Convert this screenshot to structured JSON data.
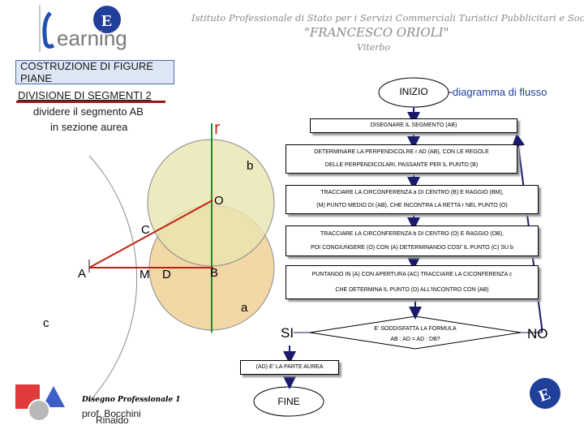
{
  "header": {
    "logo_text": "Learning",
    "institute_line1": "Istituto Professionale di Stato per i Servizi Commerciali Turistici Pubblicitari e Sociali",
    "institute_line2": "\"FRANCESCO ORIOLI\"",
    "institute_line3": "Viterbo"
  },
  "title_box": {
    "line1": "COSTRUZIONE DI FIGURE",
    "line2": "PIANE"
  },
  "subtitle": {
    "line1": "DIVISIONE DI SEGMENTI 2",
    "line2": "dividere il segmento AB",
    "line3": "in sezione aurea"
  },
  "geometry_labels": {
    "r": "r",
    "b": "b",
    "O": "O",
    "C": "C",
    "A": "A",
    "M": "M",
    "D": "D",
    "B": "B",
    "a": "a",
    "c": "c"
  },
  "flowchart": {
    "title": "diagramma di flusso",
    "start": "INIZIO",
    "step1": "DISEGNARE IL SEGMENTO (AB)",
    "step2_line1": "DETERMINARE LA PERPENDICOLRE r AD (AB), CON LE REGOLE",
    "step2_line2": "DELLE PERPENDICOLARI, PASSANTE PER IL PUNTO (B)",
    "step3_line1": "TRACCIARE LA CIRCONFERENZA a DI CENTRO (B) E RAGGIO (BM),",
    "step3_line2": "(M) PUNTO MEDIO DI (AB), CHE INCONTRA LA RETTA r NEL PUNTO (O)",
    "step4_line1": "TRACCIARE LA CIRCONFERENZA b DI CENTRO (O) E RAGGIO (OB),",
    "step4_line2": "POI CONGIUNGERE (O) CON (A) DETERMINANDO COSI' IL PUNTO (C) SU b",
    "step5_line1": "PUNTANDO IN (A) CON APERTURA (AC) TRACCIARE LA CICONFERENZA c",
    "step5_line2": "CHE DETERMINA IL PUNTO (D) ALL'INCONTRO CON (AB)",
    "decision_line1": "E' SODDISFATTA LA FORMULA",
    "decision_line2": "AB : AD = AD : DB?",
    "yes": "SI",
    "no": "NO",
    "result": "(AD) E' LA PARTE AUREA",
    "end": "FINE"
  },
  "footer": {
    "course": "Disegno Professionale 1",
    "author_line1": "prof. Bocchini",
    "author_line2": "Rinaldo"
  },
  "colors": {
    "accent_blue": "#1f3f9a",
    "circle_fill": "#f1dcae",
    "circle_fill_b": "#e8e0a8",
    "red_line": "#c02010",
    "green_line": "#1e8a2a",
    "arrow": "#1a1a6a"
  }
}
